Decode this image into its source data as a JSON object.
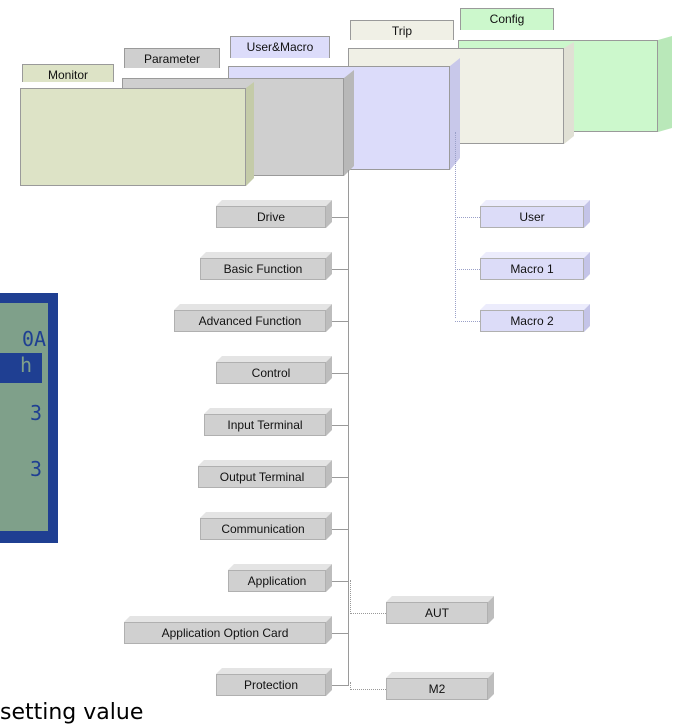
{
  "tabs": {
    "config": "Config",
    "trip": "Trip",
    "user_macro": "User&Macro",
    "parameter": "Parameter",
    "monitor": "Monitor"
  },
  "parameter_groups": [
    "Drive",
    "Basic Function",
    "Advanced Function",
    "Control",
    "Input Terminal",
    "Output Terminal",
    "Communication",
    "Application",
    "Application Option Card",
    "Protection"
  ],
  "user_macro_groups": [
    "User",
    "Macro 1",
    "Macro 2"
  ],
  "application_sub": [
    "AUT",
    "M2"
  ],
  "caption": "setting value",
  "colors": {
    "monitor": "#dde3c6",
    "parameter": "#cfcfcf",
    "user_macro": "#dcdcfa",
    "trip": "#f0f0e6",
    "config": "#ccf8cc",
    "box_gray": "#d0d0d0",
    "box_violet": "#dcdcf8"
  }
}
